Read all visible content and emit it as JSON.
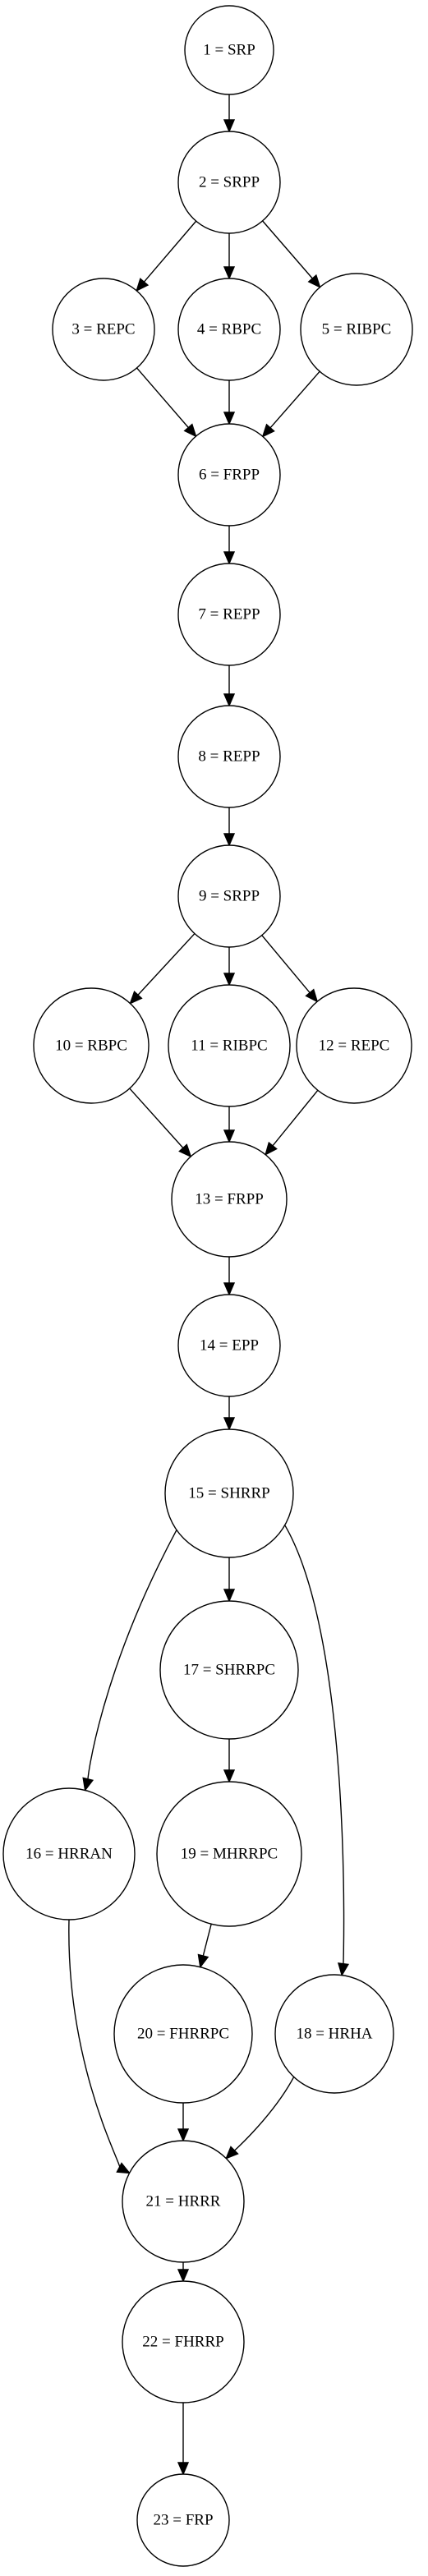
{
  "diagram": {
    "nodes": [
      {
        "id": "1",
        "label": "1 = SRP"
      },
      {
        "id": "2",
        "label": "2 = SRPP"
      },
      {
        "id": "3",
        "label": "3 = REPC"
      },
      {
        "id": "4",
        "label": "4 = RBPC"
      },
      {
        "id": "5",
        "label": "5 = RIBPC"
      },
      {
        "id": "6",
        "label": "6 = FRPP"
      },
      {
        "id": "7",
        "label": "7 = REPP"
      },
      {
        "id": "8",
        "label": "8 = REPP"
      },
      {
        "id": "9",
        "label": "9 = SRPP"
      },
      {
        "id": "10",
        "label": "10 = RBPC"
      },
      {
        "id": "11",
        "label": "11 = RIBPC"
      },
      {
        "id": "12",
        "label": "12 = REPC"
      },
      {
        "id": "13",
        "label": "13 = FRPP"
      },
      {
        "id": "14",
        "label": "14 = EPP"
      },
      {
        "id": "15",
        "label": "15 = SHRRP"
      },
      {
        "id": "16",
        "label": "16 = HRRAN"
      },
      {
        "id": "17",
        "label": "17 = SHRRPC"
      },
      {
        "id": "18",
        "label": "18 = HRHA"
      },
      {
        "id": "19",
        "label": "19 = MHRRPC"
      },
      {
        "id": "20",
        "label": "20 = FHRRPC"
      },
      {
        "id": "21",
        "label": "21 = HRRR"
      },
      {
        "id": "22",
        "label": "22 = FHRRP"
      },
      {
        "id": "23",
        "label": "23 = FRP"
      }
    ],
    "edges": [
      {
        "from": "1",
        "to": "2"
      },
      {
        "from": "2",
        "to": "3"
      },
      {
        "from": "2",
        "to": "4"
      },
      {
        "from": "2",
        "to": "5"
      },
      {
        "from": "3",
        "to": "6"
      },
      {
        "from": "4",
        "to": "6"
      },
      {
        "from": "5",
        "to": "6"
      },
      {
        "from": "6",
        "to": "7"
      },
      {
        "from": "7",
        "to": "8"
      },
      {
        "from": "8",
        "to": "9"
      },
      {
        "from": "9",
        "to": "10"
      },
      {
        "from": "9",
        "to": "11"
      },
      {
        "from": "9",
        "to": "12"
      },
      {
        "from": "10",
        "to": "13"
      },
      {
        "from": "11",
        "to": "13"
      },
      {
        "from": "12",
        "to": "13"
      },
      {
        "from": "13",
        "to": "14"
      },
      {
        "from": "14",
        "to": "15"
      },
      {
        "from": "15",
        "to": "16"
      },
      {
        "from": "15",
        "to": "17"
      },
      {
        "from": "15",
        "to": "18"
      },
      {
        "from": "17",
        "to": "19"
      },
      {
        "from": "19",
        "to": "20"
      },
      {
        "from": "16",
        "to": "21"
      },
      {
        "from": "20",
        "to": "21"
      },
      {
        "from": "18",
        "to": "21"
      },
      {
        "from": "21",
        "to": "22"
      },
      {
        "from": "22",
        "to": "23"
      }
    ]
  }
}
